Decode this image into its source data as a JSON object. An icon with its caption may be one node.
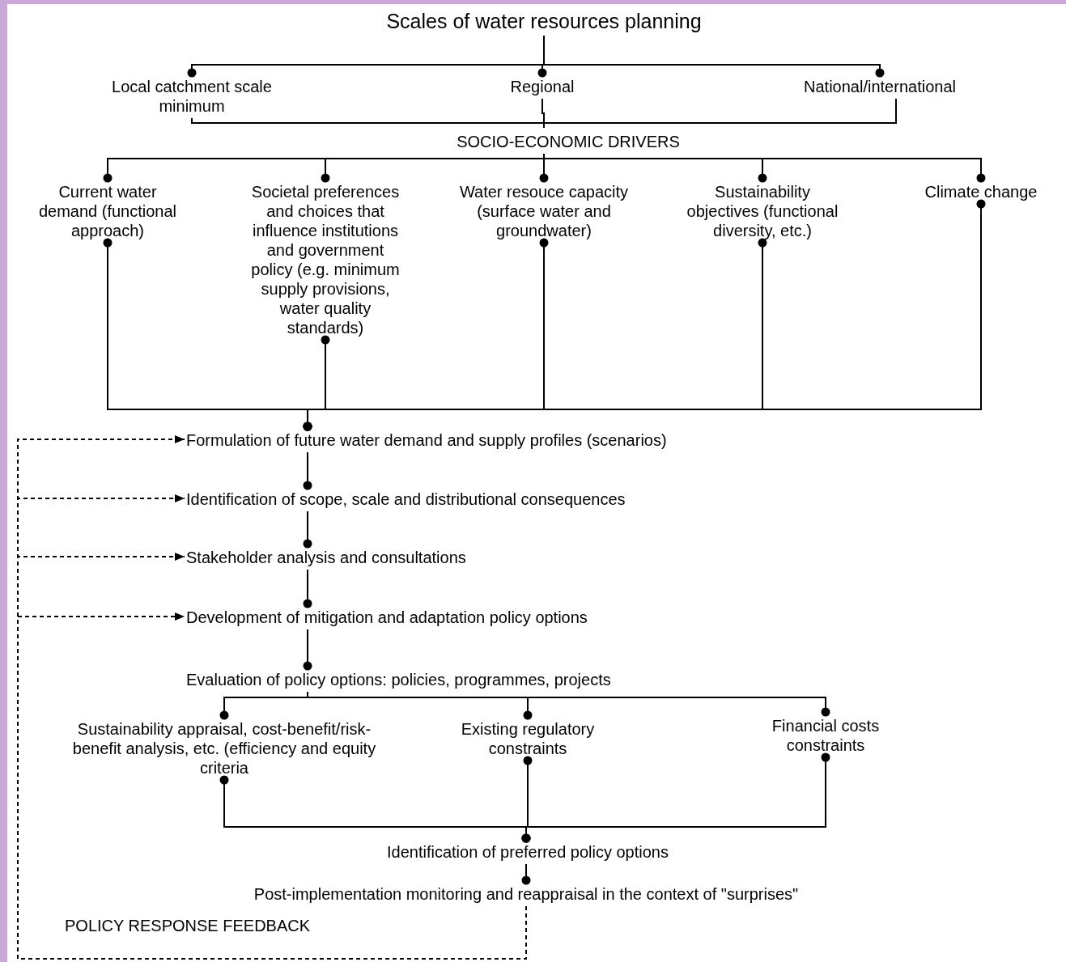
{
  "diagram": {
    "nodes": [
      {
        "text": [
          "Scales of water resources planning"
        ]
      },
      {
        "text": [
          "Local catchment scale minimum"
        ]
      },
      {
        "text": [
          "Regional"
        ]
      },
      {
        "text": [
          "National/international"
        ]
      },
      {
        "text": [
          "SOCIO-ECONOMIC DRIVERS"
        ]
      },
      {
        "text": [
          "Current water demand (functional approach)"
        ]
      },
      {
        "text": [
          "Societal preferences and choices that influence institutions and government policy (e.g. minimum supply provisions, water quality standards)"
        ]
      },
      {
        "text": [
          "Water resouce capacity (surface water and groundwater)"
        ]
      },
      {
        "text": [
          "Sustainability objectives (functional diversity, etc.)"
        ]
      },
      {
        "text": [
          "Climate change"
        ]
      },
      {
        "text": [
          "Formulation of future water demand and supply profiles (scenarios)"
        ]
      },
      {
        "text": [
          "Identification of scope, scale and distributional consequences"
        ]
      },
      {
        "text": [
          "Stakeholder analysis and consultations"
        ]
      },
      {
        "text": [
          "Development of mitigation and adaptation policy options"
        ]
      },
      {
        "text": [
          "Evaluation of policy options: policies, programmes, projects"
        ]
      },
      {
        "text": [
          "Sustainability appraisal, cost-benefit/risk-benefit analysis, etc. (efficiency and equity criteria"
        ]
      },
      {
        "text": [
          "Existing regulatory constraints"
        ]
      },
      {
        "text": [
          "Financial costs constraints"
        ]
      },
      {
        "text": [
          "Identification of preferred policy options"
        ]
      },
      {
        "text": [
          "Post-implementation monitoring and reappraisal in the context of \"surprises\""
        ]
      }
    ],
    "edges": [
      {
        "from": 0,
        "to": 1,
        "arrow": "other"
      },
      {
        "from": 0,
        "to": 2,
        "arrow": "other"
      },
      {
        "from": 0,
        "to": 3,
        "arrow": "other"
      },
      {
        "from": 1,
        "to": 4,
        "arrow": "none"
      },
      {
        "from": 2,
        "to": 4,
        "arrow": "none"
      },
      {
        "from": 3,
        "to": 4,
        "arrow": "none"
      },
      {
        "from": 4,
        "to": 5,
        "arrow": "other"
      },
      {
        "from": 4,
        "to": 6,
        "arrow": "other"
      },
      {
        "from": 4,
        "to": 7,
        "arrow": "other"
      },
      {
        "from": 4,
        "to": 8,
        "arrow": "other"
      },
      {
        "from": 4,
        "to": 9,
        "arrow": "other"
      },
      {
        "from": 5,
        "to": 10,
        "arrow": "other"
      },
      {
        "from": 6,
        "to": 10,
        "arrow": "other"
      },
      {
        "from": 7,
        "to": 10,
        "arrow": "other"
      },
      {
        "from": 8,
        "to": 10,
        "arrow": "other"
      },
      {
        "from": 9,
        "to": 10,
        "arrow": "other"
      },
      {
        "from": 10,
        "to": 11,
        "arrow": "other"
      },
      {
        "from": 11,
        "to": 12,
        "arrow": "other"
      },
      {
        "from": 12,
        "to": 13,
        "arrow": "other"
      },
      {
        "from": 13,
        "to": 14,
        "arrow": "other"
      },
      {
        "from": 14,
        "to": 15,
        "arrow": "other"
      },
      {
        "from": 14,
        "to": 16,
        "arrow": "other"
      },
      {
        "from": 14,
        "to": 17,
        "arrow": "other"
      },
      {
        "from": 15,
        "to": 18,
        "arrow": "other"
      },
      {
        "from": 16,
        "to": 18,
        "arrow": "other"
      },
      {
        "from": 17,
        "to": 18,
        "arrow": "other"
      },
      {
        "from": 18,
        "to": 19,
        "arrow": "other"
      },
      {
        "from": 19,
        "to": 10,
        "arrow": "to",
        "style": "dashed"
      },
      {
        "from": 19,
        "to": 11,
        "arrow": "to",
        "style": "dashed"
      },
      {
        "from": 19,
        "to": 12,
        "arrow": "to",
        "style": "dashed"
      },
      {
        "from": 19,
        "to": 13,
        "arrow": "to",
        "style": "dashed"
      }
    ],
    "labels": [
      "POLICY RESPONSE FEEDBACK"
    ]
  }
}
